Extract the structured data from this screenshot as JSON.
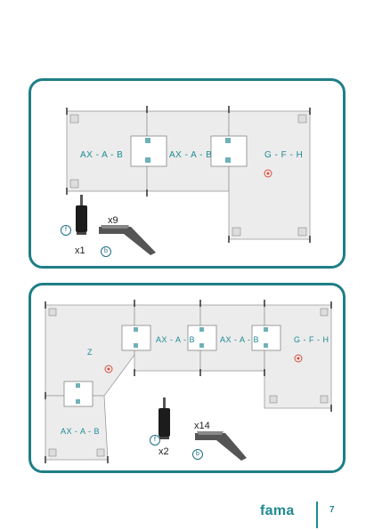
{
  "panel1": {
    "modules": [
      {
        "label": "AX - A - B"
      },
      {
        "label": "AX - A - B"
      },
      {
        "label": "G - F - H"
      }
    ],
    "foot": {
      "code": "f",
      "qty": "x1"
    },
    "bracket": {
      "code": "b",
      "qty": "x9"
    }
  },
  "panel2": {
    "modules": [
      {
        "label": "Z"
      },
      {
        "label": "AX - A - B"
      },
      {
        "label": "AX - A - B"
      },
      {
        "label": "G - F - H"
      },
      {
        "label": "AX - A - B"
      }
    ],
    "foot": {
      "code": "f",
      "qty": "x2"
    },
    "bracket": {
      "code": "b",
      "qty": "x14"
    }
  },
  "footer": {
    "brand": "fama",
    "page": "7"
  },
  "colors": {
    "frame": "#1f7e86",
    "label": "#1f8a93",
    "marker": "#d94f3d"
  }
}
